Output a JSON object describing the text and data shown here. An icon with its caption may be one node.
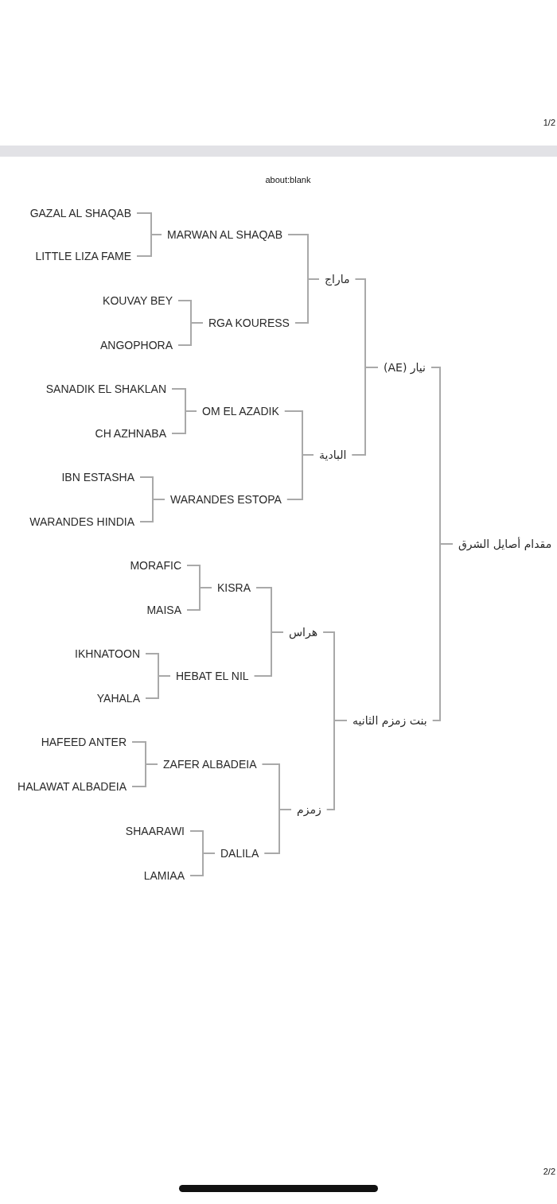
{
  "diagram": {
    "nodes": [
      {
        "text": [
          "GAZAL AL SHAQAB"
        ]
      },
      {
        "text": [
          "MARWAN AL SHAQAB"
        ]
      },
      {
        "text": [
          "LITTLE LIZA FAME"
        ]
      },
      {
        "text": [
          "ماراج"
        ]
      },
      {
        "text": [
          "KOUVAY BEY"
        ]
      },
      {
        "text": [
          "RGA KOURESS"
        ]
      },
      {
        "text": [
          "ANGOPHORA"
        ]
      },
      {
        "text": [
          "نيار (AE)"
        ]
      },
      {
        "text": [
          "SANADIK EL SHAKLAN"
        ]
      },
      {
        "text": [
          "OM EL AZADIK"
        ]
      },
      {
        "text": [
          "CH AZHNABA"
        ]
      },
      {
        "text": [
          "البادية"
        ]
      },
      {
        "text": [
          "IBN ESTASHA"
        ]
      },
      {
        "text": [
          "WARANDES ESTOPA"
        ]
      },
      {
        "text": [
          "WARANDES HINDIA"
        ]
      },
      {
        "text": [
          "مقدام أصايل الشرق"
        ]
      },
      {
        "text": [
          "MORAFIC"
        ]
      },
      {
        "text": [
          "KISRA"
        ]
      },
      {
        "text": [
          "MAISA"
        ]
      },
      {
        "text": [
          "هراس"
        ]
      },
      {
        "text": [
          "IKHNATOON"
        ]
      },
      {
        "text": [
          "HEBAT EL NIL"
        ]
      },
      {
        "text": [
          "YAHALA"
        ]
      },
      {
        "text": [
          "بنت زمزم الثانيه"
        ]
      },
      {
        "text": [
          "HAFEED ANTER"
        ]
      },
      {
        "text": [
          "ZAFER ALBADEIA"
        ]
      },
      {
        "text": [
          "HALAWAT ALBADEIA"
        ]
      },
      {
        "text": [
          "زمزم"
        ]
      },
      {
        "text": [
          "SHAARAWI"
        ]
      },
      {
        "text": [
          "DALILA"
        ]
      },
      {
        "text": [
          "LAMIAA"
        ]
      }
    ],
    "edges": [
      {
        "from": 1,
        "to": 0,
        "arrow": "none"
      },
      {
        "from": 1,
        "to": 2,
        "arrow": "none"
      },
      {
        "from": 5,
        "to": 4,
        "arrow": "none"
      },
      {
        "from": 5,
        "to": 6,
        "arrow": "none"
      },
      {
        "from": 3,
        "to": 1,
        "arrow": "none"
      },
      {
        "from": 3,
        "to": 5,
        "arrow": "none"
      },
      {
        "from": 9,
        "to": 8,
        "arrow": "none"
      },
      {
        "from": 9,
        "to": 10,
        "arrow": "none"
      },
      {
        "from": 13,
        "to": 12,
        "arrow": "none"
      },
      {
        "from": 13,
        "to": 14,
        "arrow": "none"
      },
      {
        "from": 11,
        "to": 9,
        "arrow": "none"
      },
      {
        "from": 11,
        "to": 13,
        "arrow": "none"
      },
      {
        "from": 7,
        "to": 3,
        "arrow": "none"
      },
      {
        "from": 7,
        "to": 11,
        "arrow": "none"
      },
      {
        "from": 17,
        "to": 16,
        "arrow": "none"
      },
      {
        "from": 17,
        "to": 18,
        "arrow": "none"
      },
      {
        "from": 21,
        "to": 20,
        "arrow": "none"
      },
      {
        "from": 21,
        "to": 22,
        "arrow": "none"
      },
      {
        "from": 19,
        "to": 17,
        "arrow": "none"
      },
      {
        "from": 19,
        "to": 21,
        "arrow": "none"
      },
      {
        "from": 25,
        "to": 24,
        "arrow": "none"
      },
      {
        "from": 25,
        "to": 26,
        "arrow": "none"
      },
      {
        "from": 29,
        "to": 28,
        "arrow": "none"
      },
      {
        "from": 29,
        "to": 30,
        "arrow": "none"
      },
      {
        "from": 27,
        "to": 25,
        "arrow": "none"
      },
      {
        "from": 27,
        "to": 29,
        "arrow": "none"
      },
      {
        "from": 23,
        "to": 19,
        "arrow": "none"
      },
      {
        "from": 23,
        "to": 27,
        "arrow": "none"
      },
      {
        "from": 15,
        "to": 7,
        "arrow": "none"
      },
      {
        "from": 15,
        "to": 23,
        "arrow": "none"
      }
    ],
    "labels": [
      "1/2",
      "about:blank",
      "2/2"
    ]
  }
}
